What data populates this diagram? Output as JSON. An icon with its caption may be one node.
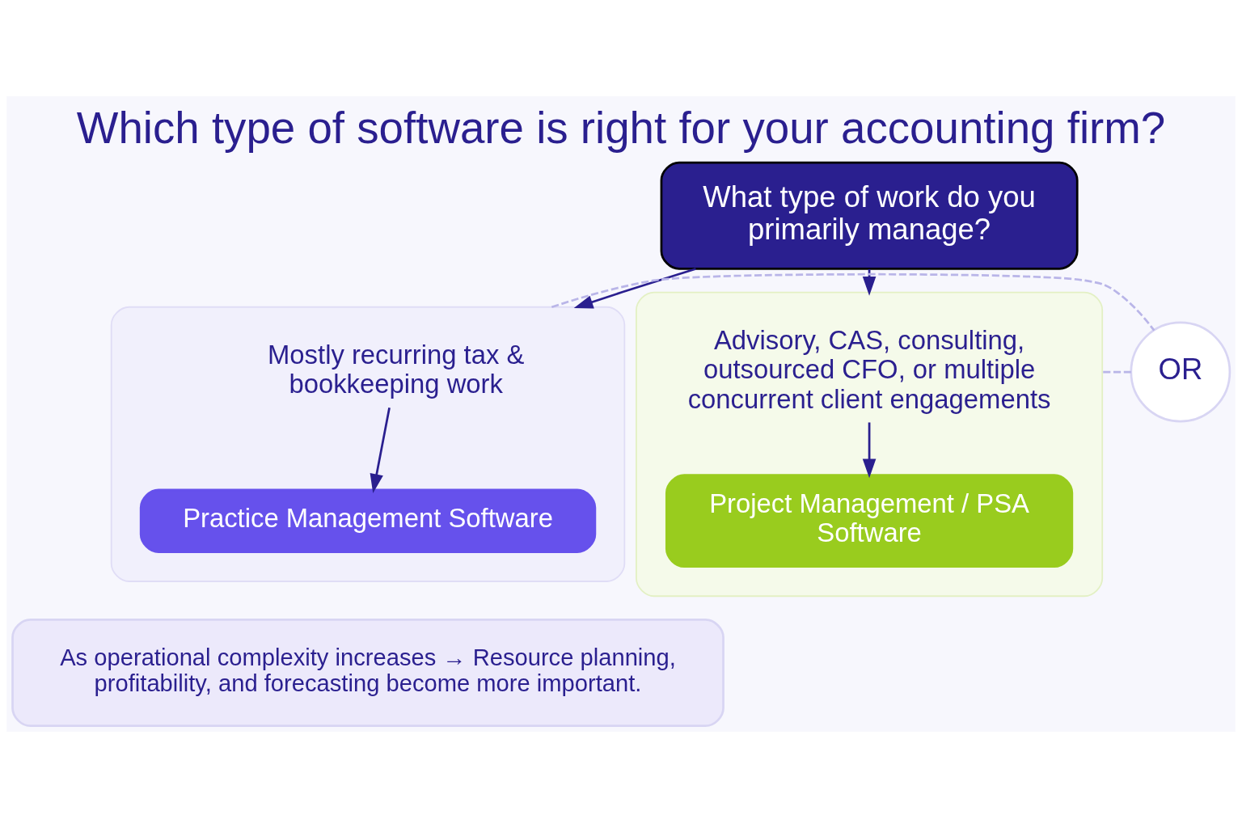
{
  "diagram": {
    "title": "Which type of software is right for your accounting firm?",
    "nodes": [
      {
        "text": [
          "What type of work do you primarily manage?"
        ]
      },
      {
        "text": [],
        "shape": "box"
      },
      {
        "text": [
          "Mostly recurring tax & bookkeeping work"
        ],
        "in": 1
      },
      {
        "text": [
          "Practice Management Software"
        ],
        "in": 1
      },
      {
        "text": [],
        "shape": "box"
      },
      {
        "text": [
          "Advisory, CAS, consulting, outsourced CFO, or multiple concurrent client engagements"
        ],
        "in": 4
      },
      {
        "text": [
          "Project Management / PSA Software"
        ],
        "in": 4
      },
      {
        "text": [
          "OR"
        ]
      },
      {
        "text": [
          "As operational complexity increases → Resource planning, profitability, and forecasting become more important."
        ]
      }
    ],
    "edges": [
      {
        "from": 0,
        "to": 1,
        "arrow": "to"
      },
      {
        "from": 0,
        "to": 4,
        "arrow": "to"
      },
      {
        "from": 2,
        "to": 3,
        "arrow": "to"
      },
      {
        "from": 5,
        "to": 6,
        "arrow": "to"
      },
      {
        "from": 1,
        "to": 7,
        "arrow": "none",
        "style": "dashed",
        "color": "#b9b5e8"
      },
      {
        "from": 7,
        "to": 4,
        "arrow": "none",
        "style": "dashed",
        "color": "#b9b5e8"
      }
    ]
  }
}
